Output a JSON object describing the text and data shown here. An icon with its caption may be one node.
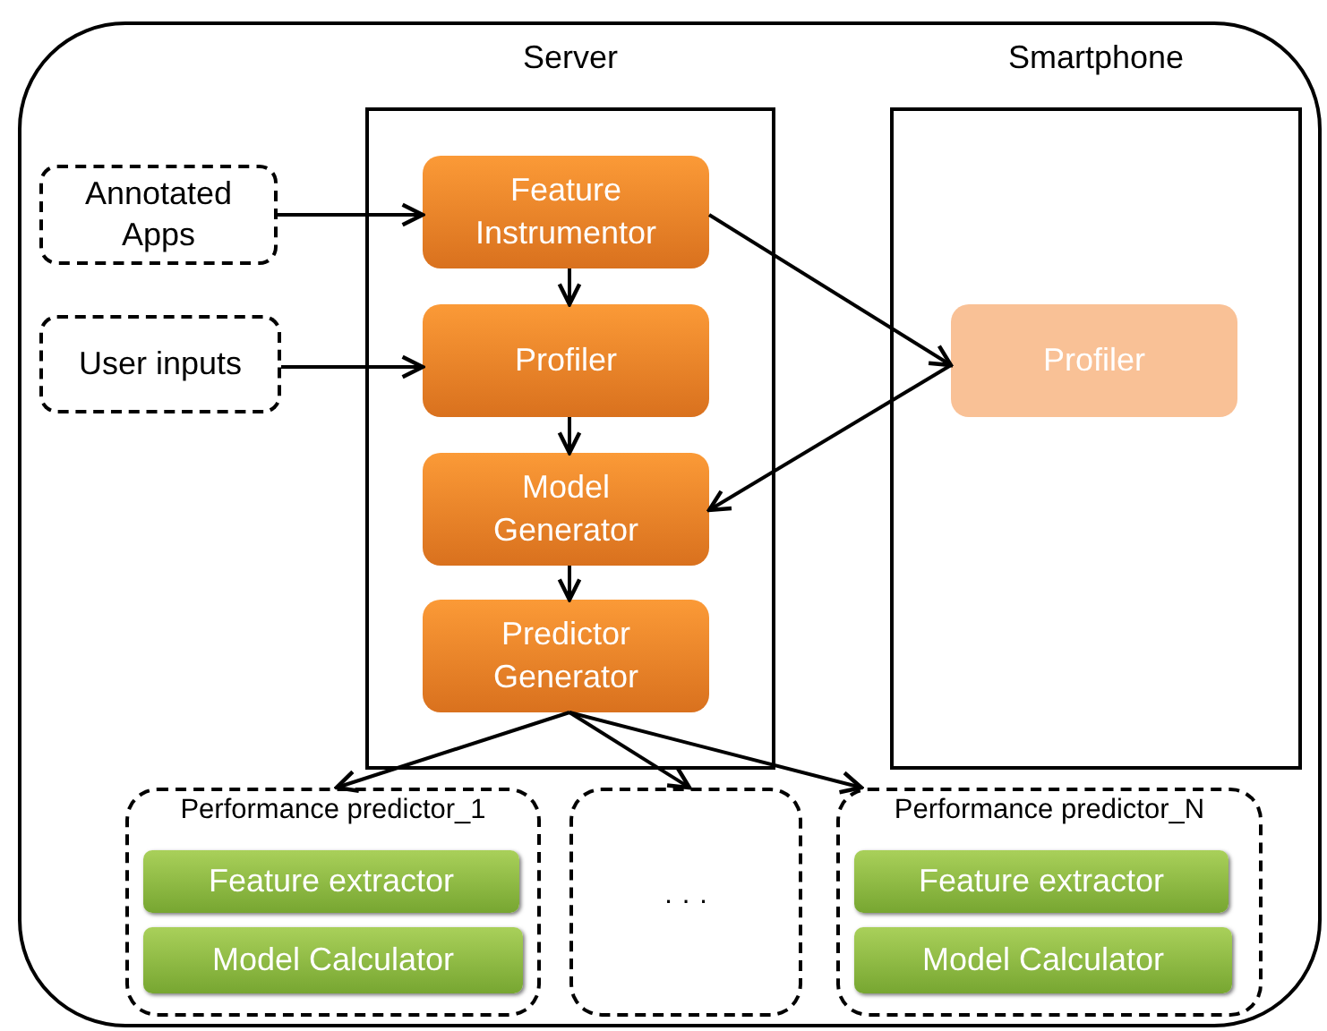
{
  "diagram": {
    "nodes": [
      {
        "text": [],
        "shape": "box"
      },
      {
        "text": [
          "Server"
        ],
        "in": 0
      },
      {
        "text": [
          "Smartphone"
        ],
        "in": 0
      },
      {
        "text": [
          "Annotated Apps"
        ],
        "in": 0
      },
      {
        "text": [
          "User inputs"
        ],
        "in": 0
      },
      {
        "text": [
          "Feature Instrumentor"
        ],
        "in": 1
      },
      {
        "text": [
          "Profiler"
        ],
        "in": 1
      },
      {
        "text": [
          "Model Generator"
        ],
        "in": 1
      },
      {
        "text": [
          "Predictor Generator"
        ],
        "in": 1
      },
      {
        "text": [
          "Profiler"
        ],
        "in": 2
      },
      {
        "text": [
          "Performance predictor_1"
        ],
        "in": 0
      },
      {
        "text": [
          "Feature extractor"
        ],
        "in": 10
      },
      {
        "text": [
          "Model Calculator"
        ],
        "in": 10
      },
      {
        "text": [
          "· · ·"
        ],
        "in": 0
      },
      {
        "text": [
          "Performance predictor_N"
        ],
        "in": 0
      },
      {
        "text": [
          "Feature extractor"
        ],
        "in": 14
      },
      {
        "text": [
          "Model Calculator"
        ],
        "in": 14
      }
    ],
    "edges": [
      {
        "from": 3,
        "to": 5,
        "arrow": "to"
      },
      {
        "from": 4,
        "to": 6,
        "arrow": "to"
      },
      {
        "from": 5,
        "to": 6,
        "arrow": "to"
      },
      {
        "from": 6,
        "to": 7,
        "arrow": "to"
      },
      {
        "from": 7,
        "to": 8,
        "arrow": "to"
      },
      {
        "from": 5,
        "to": 9,
        "arrow": "to"
      },
      {
        "from": 9,
        "to": 7,
        "arrow": "to"
      },
      {
        "from": 8,
        "to": 10,
        "arrow": "to"
      },
      {
        "from": 8,
        "to": 13,
        "arrow": "to"
      },
      {
        "from": 8,
        "to": 14,
        "arrow": "to"
      }
    ]
  }
}
